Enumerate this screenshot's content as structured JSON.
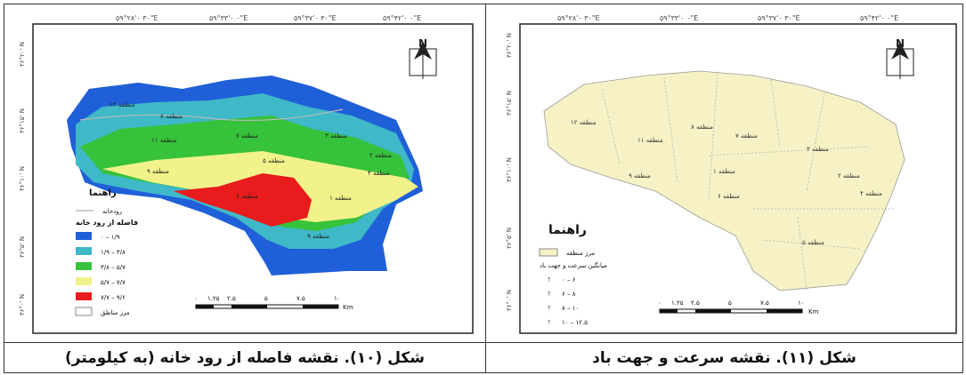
{
  "captions": {
    "left": "شکل (۱۰). نقشه فاصله از رود خانه (به کیلومتر)",
    "right": "شکل (۱۱). نقشه سرعت و جهت باد"
  },
  "left_map": {
    "legend_title": "راهنما",
    "river_label": "رودخانه",
    "distance_title": "فاصله از رود خانه",
    "classes": [
      {
        "label": "۰ – ۱/۹",
        "color": "#1f5fd8"
      },
      {
        "label": "۱/۹ – ۳/۸",
        "color": "#3fb8c8"
      },
      {
        "label": "۳/۸ – ۵/۷",
        "color": "#36c23a"
      },
      {
        "label": "۵/۷ – ۷/۷",
        "color": "#f2f28a"
      },
      {
        "label": "۷/۷ – ۹/۶",
        "color": "#e81c1c"
      }
    ],
    "boundary_label": "مرز مناطق",
    "north": "N",
    "top_ticks": [
      "۵۹°۲۸'۰ ۳۰\"E",
      "۵۹°۳۳'۰ ۰\"E",
      "۵۹°۳۷'۰ ۳۰\"E",
      "۵۹°۴۲'۰ ۰\"E"
    ],
    "left_ticks": [
      "۳۶°۲۰' N",
      "۳۶°۱۵' N",
      "۳۶°۱۰' N",
      "۳۶°۵' N",
      "۳۶°۰' N"
    ],
    "scale_ticks": [
      "۰",
      "۱.۲۵",
      "۲.۵",
      "۵",
      "۷.۵",
      "۱۰"
    ],
    "scale_unit": "Km",
    "zone_labels": [
      "منطقه ۱۲",
      "منطقه ۸",
      "منطقه ۱۱",
      "منطقه ۷",
      "منطقه ۹",
      "منطقه ۶",
      "منطقه ۳",
      "منطقه ۲",
      "منطقه ۴",
      "منطقه ۵",
      "منطقه ۱",
      "منطقه ۹"
    ]
  },
  "right_map": {
    "legend_title": "راهنما",
    "boundary_label": "مرز منطقه",
    "wind_title": "میانگین سرعت و جهت باد",
    "wind_classes": [
      "۰ – ۶",
      "۶ – ۸",
      "۸ – ۱۰",
      "۱۰ – ۱۲.۵"
    ],
    "north": "N",
    "top_ticks": [
      "۵۹°۲۸'۰ ۳۰\"E",
      "۵۹°۳۳'۰ ۰\"E",
      "۵۹°۳۷'۰ ۳۰\"E",
      "۵۹°۴۲'۰ ۰\"E"
    ],
    "left_ticks": [
      "۳۶°۲۰' N",
      "۳۶°۱۵' N",
      "۳۶°۱۰' N",
      "۳۶°۵' N",
      "۳۶°۰' N"
    ],
    "scale_ticks": [
      "۰",
      "۱.۲۵",
      "۲.۵",
      "۵",
      "۷.۵",
      "۱۰"
    ],
    "scale_unit": "Km",
    "zone_labels": [
      "منطقه ۱۲",
      "منطقه ۱۱",
      "منطقه ۸",
      "منطقه ۷",
      "منطقه ۱",
      "منطقه ۳",
      "منطقه ۲",
      "منطقه ۹",
      "منطقه ۶",
      "منطقه ۴",
      "منطقه ۵"
    ]
  }
}
